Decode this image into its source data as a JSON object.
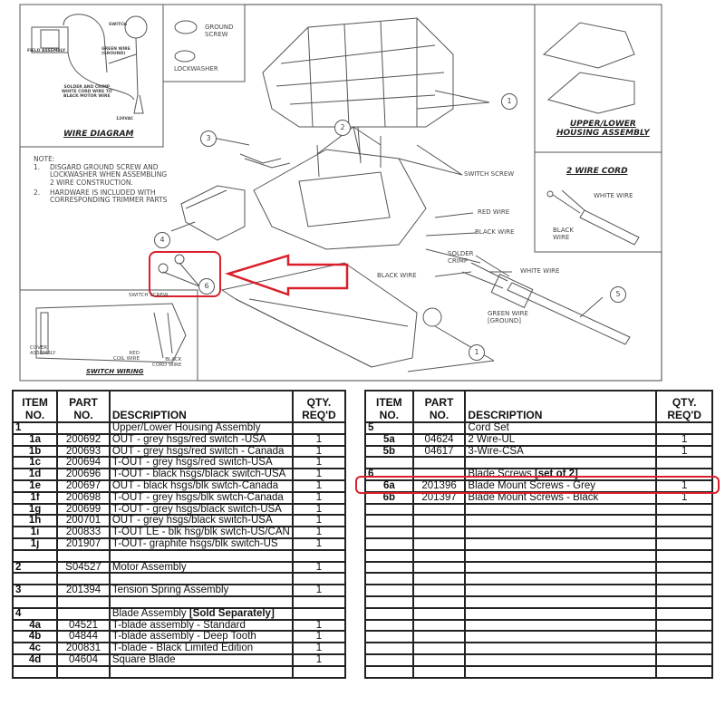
{
  "diagram": {
    "wire_diagram": {
      "title": "WIRE DIAGRAM",
      "field_assembly": "FIELD ASSEMBLY",
      "switch": "SWITCH",
      "green_wire": "GREEN WIRE\n(GROUND)",
      "solder_note": "SOLDER AND CRIMP\nWHITE CORD WIRE TO\nBLACK MOTOR WIRE",
      "voltage": "120VAC"
    },
    "hardware_legend": {
      "ground_screw": "GROUND\nSCREW",
      "lockwasher": "LOCKWASHER"
    },
    "notes": {
      "heading": "NOTE:",
      "items": [
        {
          "num": "1.",
          "text": "DISGARD GROUND SCREW AND\nLOCKWASHER WHEN ASSEMBLING\n2 WIRE CONSTRUCTION."
        },
        {
          "num": "2.",
          "text": "HARDWARE IS INCLUDED WITH\nCORRESPONDING TRIMMER PARTS"
        }
      ]
    },
    "switch_wiring": {
      "title": "SWITCH WIRING",
      "switch_screw": "SWITCH SCREW",
      "cover_assembly": "COVER\nASSEMBLY",
      "red_coil_wire": "RED\nCOIL WIRE",
      "black_cord_wire": "BLACK\nCORD WIRE"
    },
    "upper_lower": {
      "title": "UPPER/LOWER\nHOUSING ASSEMBLY"
    },
    "two_wire_cord": {
      "title": "2 WIRE CORD",
      "white_wire": "WHITE WIRE",
      "black_wire": "BLACK\nWIRE"
    },
    "labels": {
      "switch_screw": "SWITCH SCREW",
      "red_wire": "RED WIRE",
      "black_wire_1": "BLACK WIRE",
      "solder_crimp": "SOLDER\nCRIMP",
      "black_wire_2": "BLACK WIRE",
      "white_wire": "WHITE WIRE",
      "green_wire": "GREEN WIRE\n[GROUND]"
    },
    "callouts": {
      "c1a": "1",
      "c1b": "1",
      "c2": "2",
      "c3": "3",
      "c4": "4",
      "c5": "5",
      "c6": "6"
    },
    "highlight_color": "#d9202a"
  },
  "tables": {
    "headers": {
      "item": "ITEM\nNO.",
      "part": "PART NO.",
      "desc": "DESCRIPTION",
      "qty": "QTY.\nREQ'D"
    },
    "left": [
      {
        "item": "1",
        "part": "",
        "desc": "Upper/Lower Housing Assembly",
        "qty": "",
        "top": true
      },
      {
        "item": "1a",
        "part": "200692",
        "desc": "OUT - grey hsgs/red switch -USA",
        "qty": "1"
      },
      {
        "item": "1b",
        "part": "200693",
        "desc": "OUT - grey hsgs/red switch - Canada",
        "qty": "1"
      },
      {
        "item": "1c",
        "part": "200694",
        "desc": "T-OUT - grey hsgs/red switch-USA",
        "qty": "1"
      },
      {
        "item": "1d",
        "part": "200696",
        "desc": "T-OUT - black hsgs/black switch-USA",
        "qty": "1"
      },
      {
        "item": "1e",
        "part": "200697",
        "desc": "OUT - black hsgs/blk swtch-Canada",
        "qty": "1"
      },
      {
        "item": "1f",
        "part": "200698",
        "desc": "T-OUT - grey hsgs/blk swtch-Canada",
        "qty": "1"
      },
      {
        "item": "1g",
        "part": "200699",
        "desc": "T-OUT - grey hsgs/black switch-USA",
        "qty": "1"
      },
      {
        "item": "1h",
        "part": "200701",
        "desc": "OUT - grey hsgs/black switch-USA",
        "qty": "1"
      },
      {
        "item": "1i",
        "part": "200833",
        "desc": "T-OUT LE - blk hsg/blk swtch-US/CAN",
        "qty": "1"
      },
      {
        "item": "1j",
        "part": "201907",
        "desc": "T-OUT- graphite hsgs/blk switch-US",
        "qty": "1"
      },
      {
        "item": "",
        "part": "",
        "desc": "",
        "qty": ""
      },
      {
        "item": "2",
        "part": "S04527",
        "desc": "Motor Assembly",
        "qty": "1",
        "top": true
      },
      {
        "item": "",
        "part": "",
        "desc": "",
        "qty": ""
      },
      {
        "item": "3",
        "part": "201394",
        "desc": "Tension Spring Assembly",
        "qty": "1",
        "top": true
      },
      {
        "item": "",
        "part": "",
        "desc": "",
        "qty": ""
      },
      {
        "item": "4",
        "part": "",
        "desc": "Blade Assembly ",
        "desc_bold": "[Sold Separately]",
        "qty": "",
        "top": true
      },
      {
        "item": "4a",
        "part": "04521",
        "desc": "T-blade assembly - Standard",
        "qty": "1"
      },
      {
        "item": "4b",
        "part": "04844",
        "desc": "T-blade assembly - Deep Tooth",
        "qty": "1"
      },
      {
        "item": "4c",
        "part": "200831",
        "desc": "T-blade - Black Limited Edition",
        "qty": "1"
      },
      {
        "item": "4d",
        "part": "04604",
        "desc": "Square Blade",
        "qty": "1"
      },
      {
        "item": "",
        "part": "",
        "desc": "",
        "qty": ""
      }
    ],
    "right": [
      {
        "item": "5",
        "part": "",
        "desc": "Cord Set",
        "qty": "",
        "top": true
      },
      {
        "item": "5a",
        "part": "04624",
        "desc": "2 Wire-UL",
        "qty": "1"
      },
      {
        "item": "5b",
        "part": "04617",
        "desc": "3-Wire-CSA",
        "qty": "1"
      },
      {
        "item": "",
        "part": "",
        "desc": "",
        "qty": ""
      },
      {
        "item": "6",
        "part": "",
        "desc": "Blade Screws ",
        "desc_bold": "[set of 2]",
        "qty": "",
        "top": true
      },
      {
        "item": "6a",
        "part": "201396",
        "desc": "Blade Mount Screws - Grey",
        "qty": "1"
      },
      {
        "item": "6b",
        "part": "201397",
        "desc": "Blade Mount Screws - Black",
        "qty": "1"
      },
      {
        "item": "",
        "part": "",
        "desc": "",
        "qty": ""
      },
      {
        "item": "",
        "part": "",
        "desc": "",
        "qty": ""
      },
      {
        "item": "",
        "part": "",
        "desc": "",
        "qty": ""
      },
      {
        "item": "",
        "part": "",
        "desc": "",
        "qty": ""
      },
      {
        "item": "",
        "part": "",
        "desc": "",
        "qty": ""
      },
      {
        "item": "",
        "part": "",
        "desc": "",
        "qty": ""
      },
      {
        "item": "",
        "part": "",
        "desc": "",
        "qty": ""
      },
      {
        "item": "",
        "part": "",
        "desc": "",
        "qty": ""
      },
      {
        "item": "",
        "part": "",
        "desc": "",
        "qty": ""
      },
      {
        "item": "",
        "part": "",
        "desc": "",
        "qty": ""
      },
      {
        "item": "",
        "part": "",
        "desc": "",
        "qty": ""
      },
      {
        "item": "",
        "part": "",
        "desc": "",
        "qty": ""
      },
      {
        "item": "",
        "part": "",
        "desc": "",
        "qty": ""
      },
      {
        "item": "",
        "part": "",
        "desc": "",
        "qty": ""
      },
      {
        "item": "",
        "part": "",
        "desc": "",
        "qty": ""
      }
    ]
  }
}
